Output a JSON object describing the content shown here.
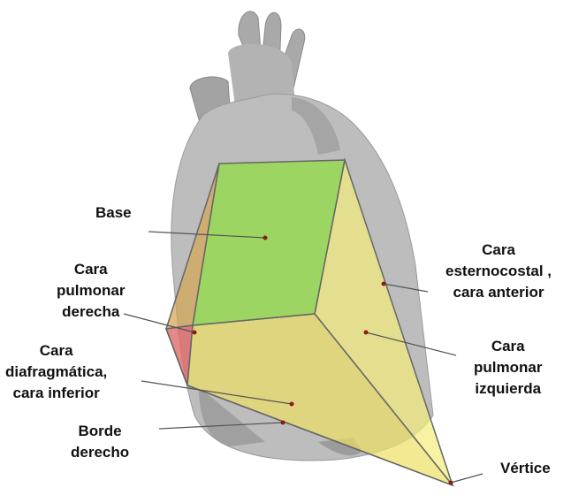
{
  "labels": {
    "base": [
      "Base"
    ],
    "cara_pulmonar_derecha": [
      "Cara",
      "pulmonar",
      "derecha"
    ],
    "cara_diafragmatica": [
      "Cara",
      "diafragmática,",
      "cara inferior"
    ],
    "borde_derecho": [
      "Borde",
      "derecho"
    ],
    "cara_esternocostal": [
      "Cara",
      "esternocostal ,",
      "cara anterior"
    ],
    "cara_pulmonar_izquierda": [
      "Cara",
      "pulmonar",
      "izquierda"
    ],
    "vertice": [
      "Vértice"
    ]
  },
  "colors": {
    "heart_gray": "#b9b9b9",
    "heart_dark": "#8f8f8f",
    "base_face": "#8fe03a",
    "pyramid_face": "#f3ee7a",
    "right_face": "#d4a85a",
    "red_face": "#e06a6a",
    "leader_line": "#555555",
    "dot": "#8b1a1a"
  }
}
